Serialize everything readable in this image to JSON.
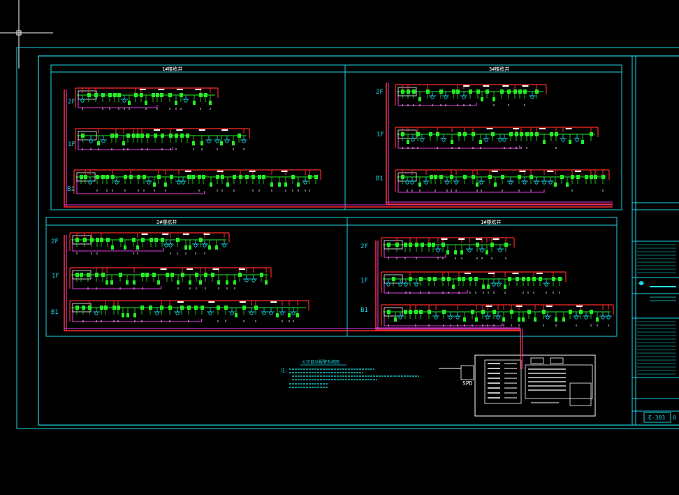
{
  "drawing": {
    "sheet_number": "E-303",
    "sheet_number_suffix": "0"
  },
  "panels": [
    {
      "id": "p1",
      "title": "1#楼栋井",
      "floors": [
        "2F",
        "1F",
        "B1"
      ]
    },
    {
      "id": "p2",
      "title": "3#楼栋井",
      "floors": [
        "2F",
        "1F",
        "B1"
      ]
    },
    {
      "id": "p3",
      "title": "2#楼栋井",
      "floors": [
        "2F",
        "1F",
        "B1"
      ]
    },
    {
      "id": "p4",
      "title": "1#楼栋井",
      "floors": [
        "2F",
        "1F",
        "B1"
      ]
    }
  ],
  "notes": {
    "title": "火灾自动报警系统图",
    "prefix": "注:"
  },
  "control_box": {
    "spd_label": "SPD"
  },
  "colors": {
    "frame": "#19d7e6",
    "feeder": "#ff2a2a",
    "device": "#22ee22",
    "branch": "#19e6e6",
    "zone": "#e03ce0",
    "white": "#ffffff"
  }
}
